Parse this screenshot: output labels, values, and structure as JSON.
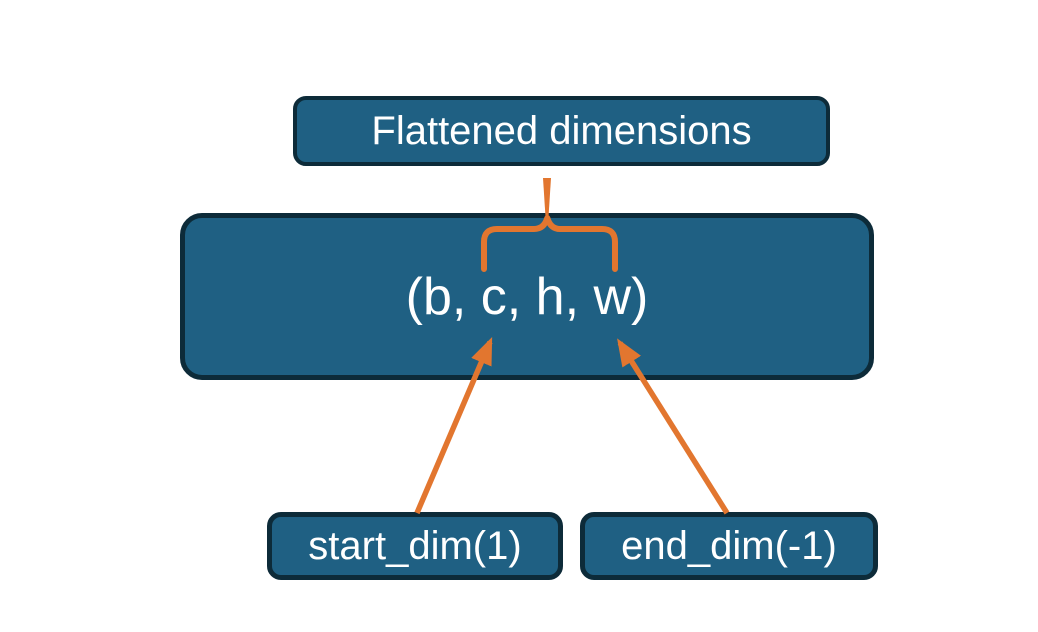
{
  "diagram": {
    "title_box": {
      "label": "Flattened dimensions"
    },
    "tensor_box": {
      "label": "(b, c, h, w)"
    },
    "start_box": {
      "label": "start_dim(1)"
    },
    "end_box": {
      "label": "end_dim(-1)"
    },
    "colors": {
      "box_fill": "#1F6083",
      "box_border": "#0D2B39",
      "arrow_orange": "#E2762F",
      "text": "#FFFFFF",
      "background": "#FFFFFF"
    }
  }
}
